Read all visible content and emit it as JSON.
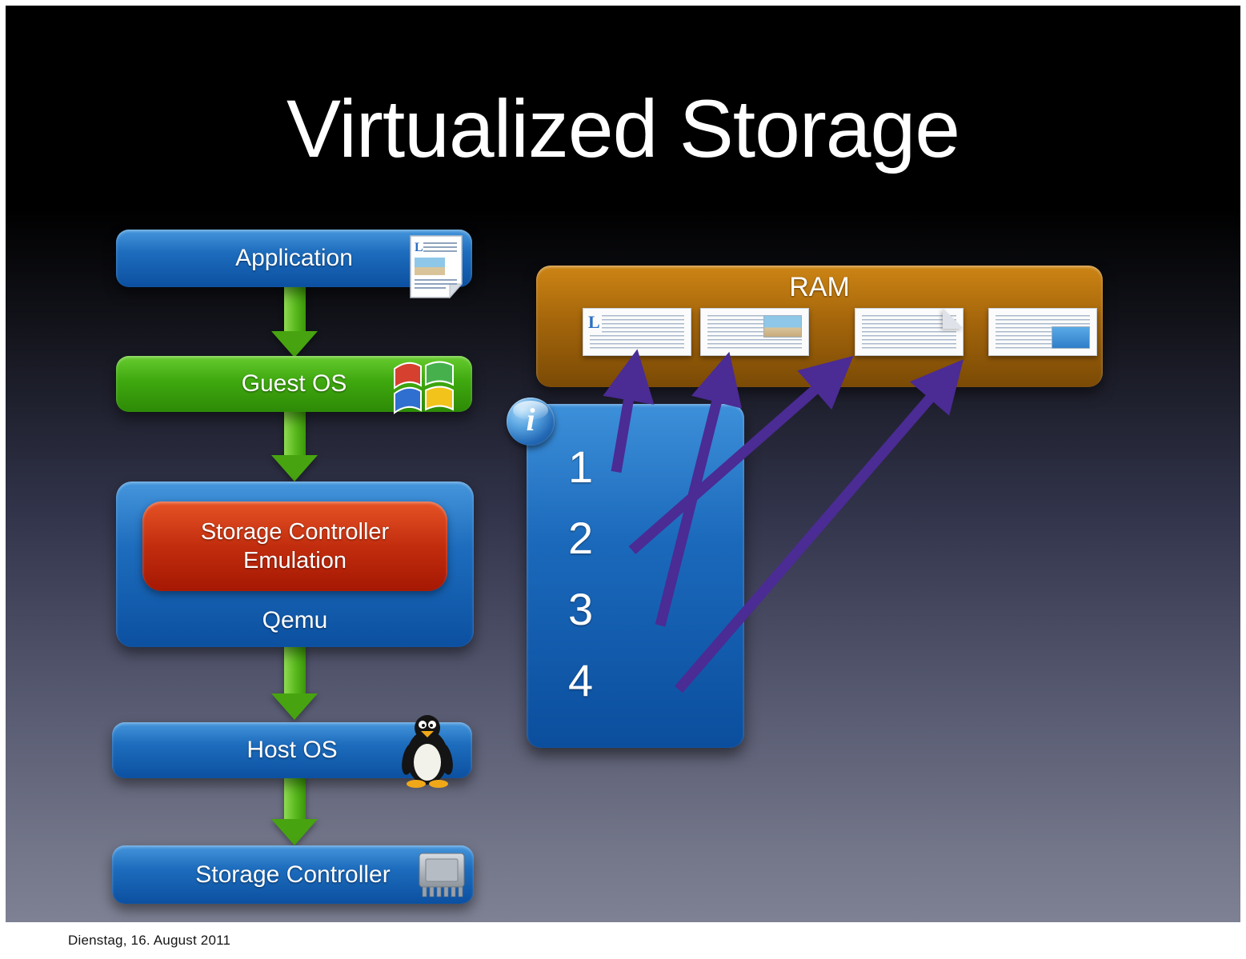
{
  "title": "Virtualized Storage",
  "page": {
    "footer_date": "Dienstag, 16. August 2011"
  },
  "stack": {
    "application_label": "Application",
    "guest_os_label": "Guest OS",
    "emulation_label": "Storage Controller Emulation",
    "qemu_label": "Qemu",
    "host_os_label": "Host OS",
    "storage_controller_label": "Storage Controller"
  },
  "ram": {
    "label": "RAM",
    "slot_count": 4,
    "doc1_dropcap": "L"
  },
  "memory_map": {
    "numbers": [
      "1",
      "2",
      "3",
      "4"
    ],
    "arrow_targets": [
      1,
      3,
      2,
      4
    ]
  },
  "info_icon": {
    "glyph": "i"
  },
  "icons": {
    "application": "document-icon",
    "guest_os": "windows-logo-icon",
    "host_os": "tux-penguin-icon",
    "storage_controller": "chip-icon"
  },
  "colors": {
    "box_blue": "#1d6cbd",
    "box_green": "#3fa80f",
    "box_red": "#c22d0e",
    "ram_orange": "#a5660b",
    "arrow_green": "#47a410",
    "arrow_purple": "#4b2b94",
    "background_top": "#000000",
    "background_bottom": "#7e8194"
  }
}
